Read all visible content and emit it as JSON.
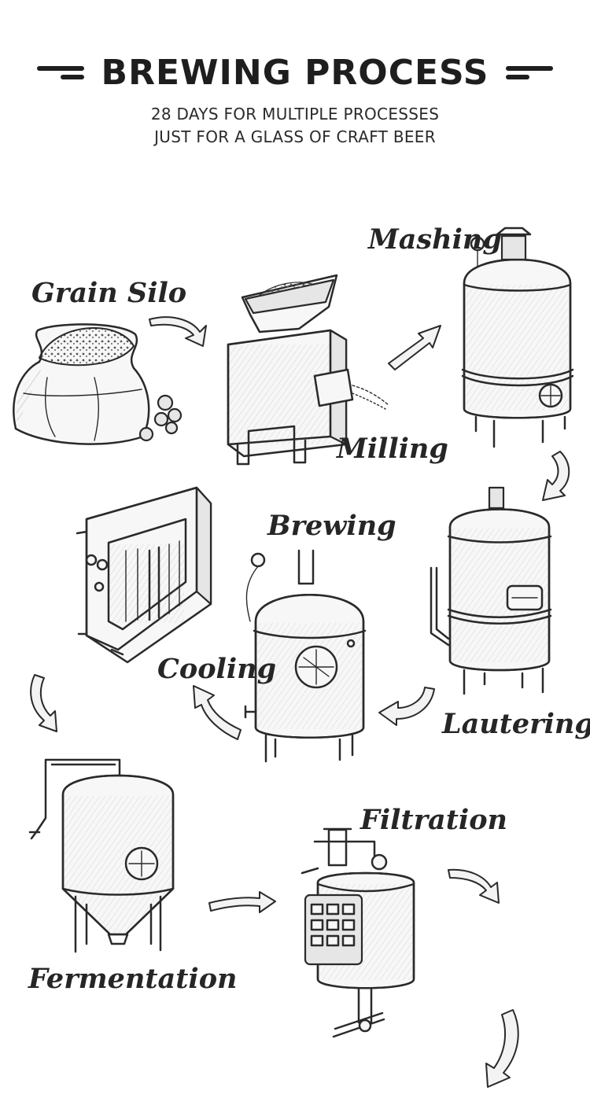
{
  "header": {
    "title": "BREWING PROCESS",
    "subtitle_line1": "28 DAYS FOR MULTIPLE PROCESSES",
    "subtitle_line2": "JUST FOR A GLASS OF CRAFT BEER"
  },
  "steps": [
    {
      "id": "grain-silo",
      "label": "Grain Silo"
    },
    {
      "id": "milling",
      "label": "Milling"
    },
    {
      "id": "mashing",
      "label": "Mashing"
    },
    {
      "id": "lautering",
      "label": "Lautering"
    },
    {
      "id": "brewing",
      "label": "Brewing"
    },
    {
      "id": "cooling",
      "label": "Cooling"
    },
    {
      "id": "fermentation",
      "label": "Fermentation"
    },
    {
      "id": "filtration",
      "label": "Filtration"
    }
  ],
  "colors": {
    "ink": "#1e1e1e",
    "background": "#ffffff"
  },
  "icons": [
    "grain-sack-icon",
    "mill-icon",
    "mash-tun-icon",
    "lauter-tun-icon",
    "brew-kettle-icon",
    "plate-cooler-icon",
    "fermenter-icon",
    "filter-icon",
    "flow-arrow-icon"
  ]
}
